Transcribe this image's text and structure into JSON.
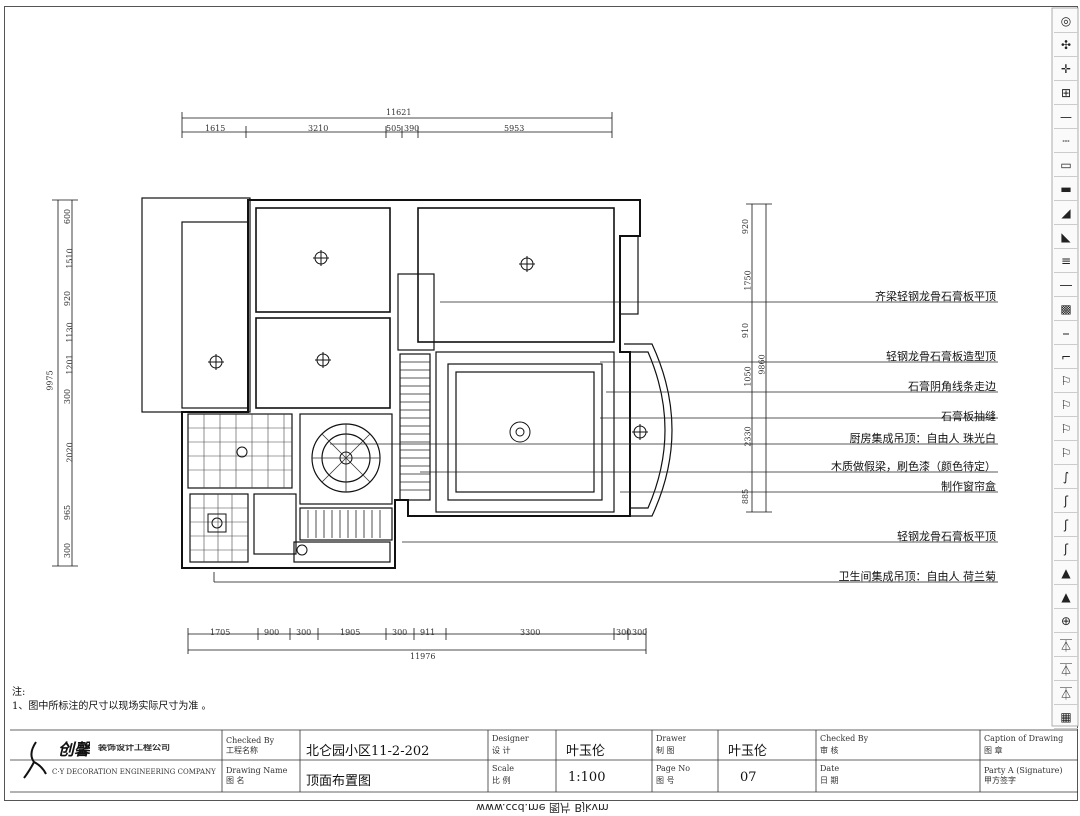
{
  "overall_dims": {
    "top": "11621",
    "bottom": "11976",
    "left": "9975",
    "right": "9860"
  },
  "top_dims": [
    "1615",
    "3210",
    "505",
    "390",
    "5953"
  ],
  "bottom_dims": [
    "1705",
    "900",
    "300",
    "1905",
    "300",
    "911",
    "3300",
    "300",
    "300"
  ],
  "left_dims": [
    "600",
    "1510",
    "920",
    "1130",
    "1201",
    "300",
    "2020",
    "965",
    "300"
  ],
  "right_dims": [
    "920",
    "1750",
    "910",
    "1050",
    "2330",
    "885"
  ],
  "callouts": [
    "齐梁轻钢龙骨石膏板平顶",
    "轻钢龙骨石膏板造型顶",
    "石膏阴角线条走边",
    "石膏板抽缝",
    "厨房集成吊顶：自由人  珠光白",
    "木质做假梁，刷色漆（颜色待定）",
    "制作窗帘盒",
    "轻钢龙骨石膏板平顶",
    "卫生间集成吊顶：自由人  荷兰菊"
  ],
  "notes": {
    "heading": "注:",
    "line1": "1、图中所标注的尺寸以现场实际尺寸为准 。"
  },
  "title_block": {
    "logo_main": "创馨",
    "logo_sub": "装饰设计工程公司",
    "logo_en": "C·Y DECORATION ENGINEERING COMPANY",
    "checked_by_label": "Checked By",
    "project_label": "工程名称",
    "project_value": "北仑园小区11-2-202",
    "drawing_name_label": "Drawing Name",
    "drawing_name_cn": "图 名",
    "drawing_name_value": "顶面布置图",
    "designer_label": "Designer",
    "designer_cn": "设 计",
    "designer_value": "叶玉伦",
    "scale_label": "Scale",
    "scale_cn": "比 例",
    "scale_value": "1:100",
    "drawer_label": "Drawer",
    "drawer_cn": "制 图",
    "drawer_value": "叶玉伦",
    "page_label": "Page No",
    "page_cn": "图 号",
    "page_value": "07",
    "checked2_label": "Checked By",
    "checked2_cn": "审 核",
    "date_label": "Date",
    "date_cn": "日 期",
    "caption_label": "Caption of Drawing",
    "caption_cn": "图 章",
    "party_label": "Party A (Signature)",
    "party_cn": "甲方签字"
  },
  "watermark": "www.ccd.me 图片 Bjkvm"
}
